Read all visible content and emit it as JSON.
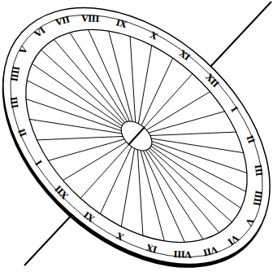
{
  "diagram": {
    "labels": [
      "XII",
      "I",
      "II",
      "III",
      "IIII",
      "V",
      "VI",
      "VII",
      "VIII",
      "IX",
      "X",
      "XI",
      "XII",
      "I",
      "II",
      "III",
      "IIII",
      "V",
      "VI",
      "VII",
      "VIII",
      "IX",
      "X",
      "XI"
    ]
  }
}
